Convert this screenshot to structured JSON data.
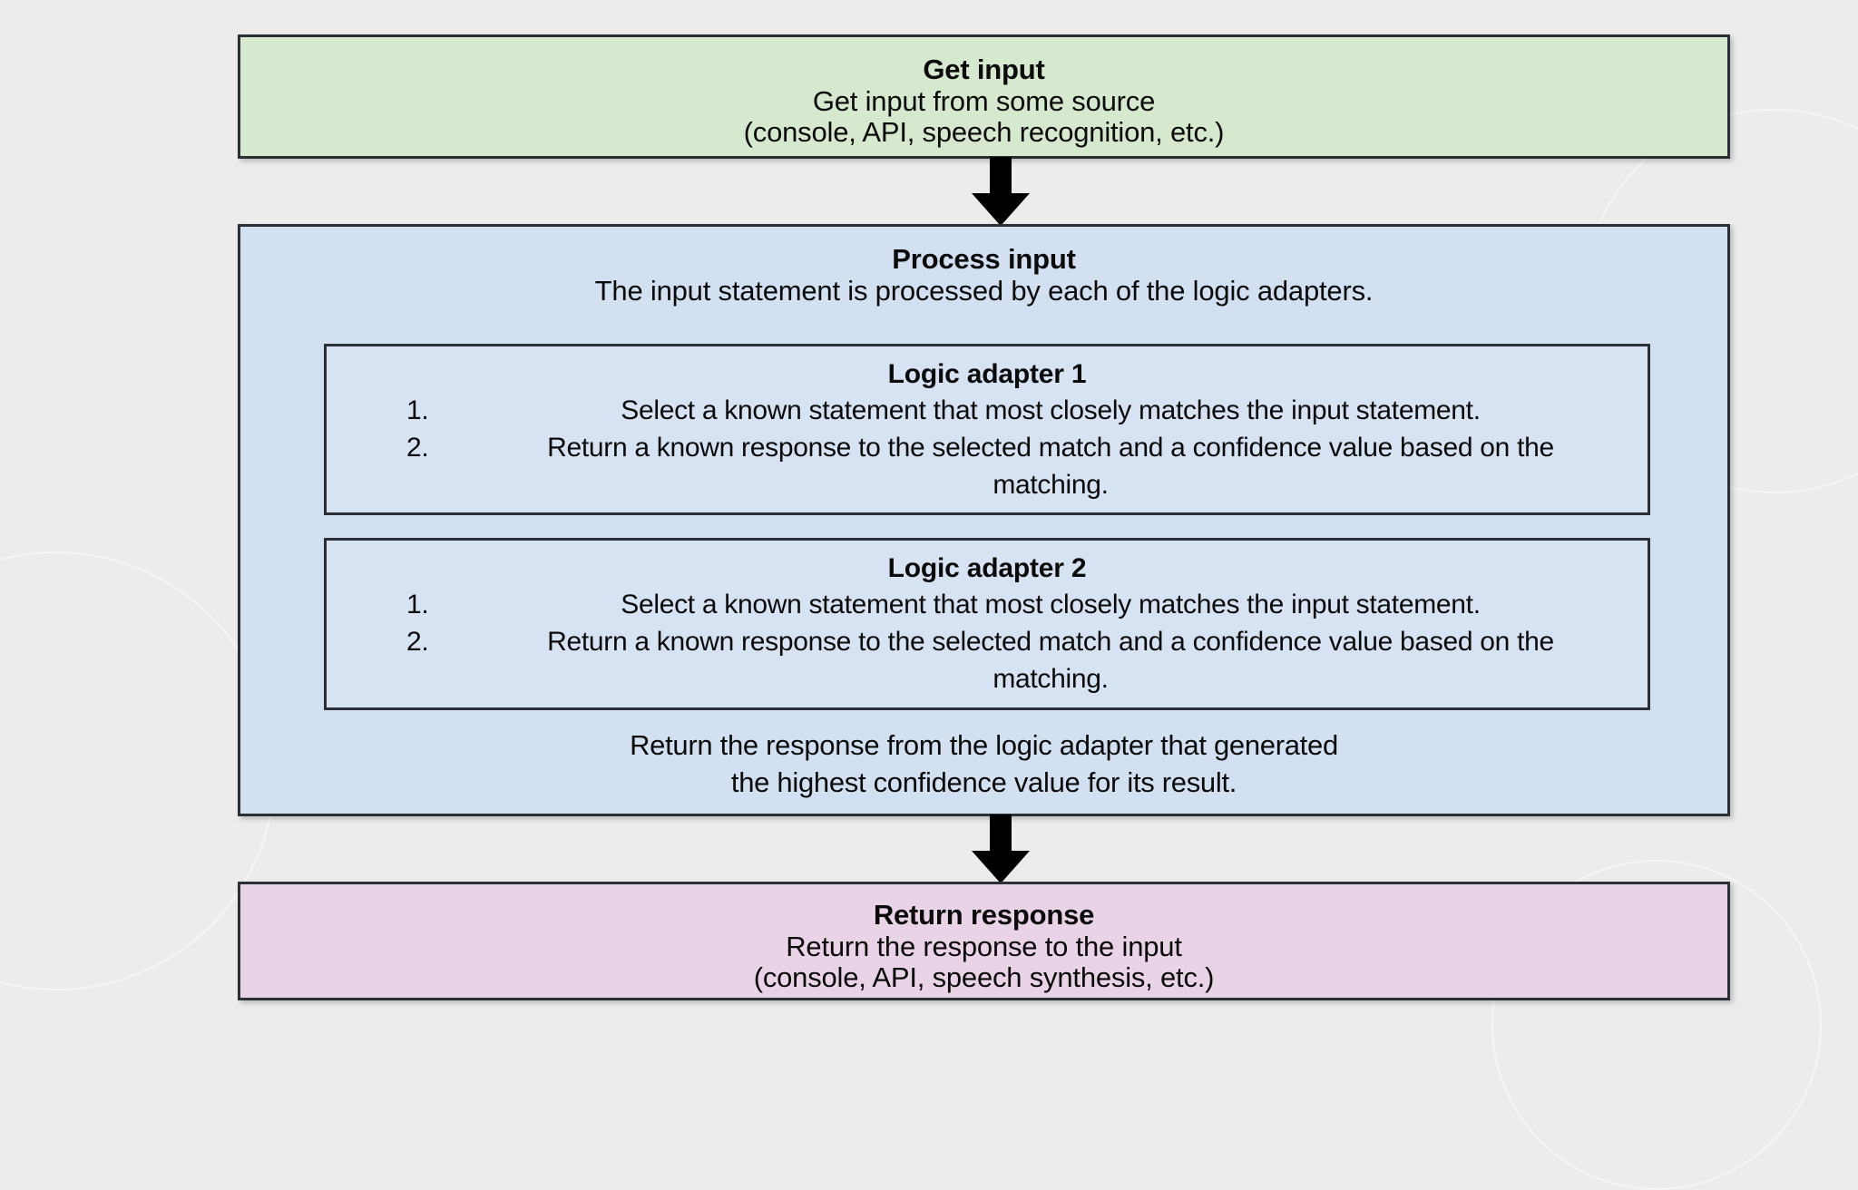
{
  "diagram": {
    "background_color": "#ececec",
    "nodes": {
      "get_input": {
        "title": "Get input",
        "lines": [
          "Get input from some source",
          "(console, API, speech recognition, etc.)"
        ],
        "fill_color": "#d6e8cd"
      },
      "process_input": {
        "title": "Process input",
        "lines": [
          "The input statement is processed by each of the logic adapters."
        ],
        "footer": [
          "Return the response from the logic adapter that generated",
          "the highest confidence value for its result."
        ],
        "fill_color": "#d2e0f2",
        "adapters": [
          {
            "title": "Logic adapter 1",
            "fill_color": "#d7e3f3",
            "steps": [
              {
                "number": "1.",
                "text": "Select a known statement that most closely matches the input statement."
              },
              {
                "number": "2.",
                "text": "Return a known response to the selected match and a confidence value based on the matching."
              }
            ]
          },
          {
            "title": "Logic adapter 2",
            "fill_color": "#d7e3f3",
            "steps": [
              {
                "number": "1.",
                "text": "Select a known statement that most closely matches the input statement."
              },
              {
                "number": "2.",
                "text": "Return a known response to the selected match and a confidence value based on the matching."
              }
            ]
          }
        ]
      },
      "return_response": {
        "title": "Return response",
        "lines": [
          "Return the response to the input",
          "(console, API, speech synthesis, etc.)"
        ],
        "fill_color": "#e9d3e6"
      }
    },
    "connectors": [
      {
        "name": "get-input-to-process-input",
        "direction": "down",
        "color": "#000000"
      },
      {
        "name": "process-input-to-return-response",
        "direction": "down",
        "color": "#000000"
      }
    ]
  }
}
